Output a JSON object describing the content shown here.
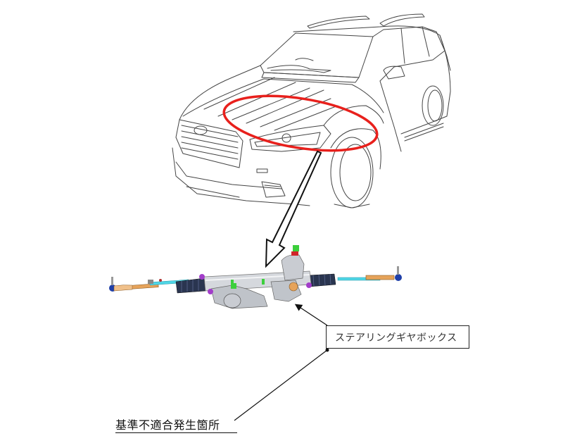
{
  "diagram": {
    "callout": {
      "label": "ステアリングギヤボックス"
    },
    "location_label": "基準不適合発生箇所",
    "highlight": {
      "shape": "ellipse",
      "color": "#e8201c",
      "target": "front-left hood / headlamp area of vehicle"
    },
    "components": {
      "vehicle": "SUV line drawing (front 3/4 view)",
      "part": "steering gearbox assembly (rack with tie rods)"
    },
    "colors": {
      "line": "#333333",
      "highlight": "#e8201c",
      "tie_rod_shaft": "#4fd6e6",
      "tie_rod_end": "#e6a35a",
      "ball_joint": "#1f3fa8",
      "boot": "#2a3550",
      "bracket": "#a23dc9",
      "clamp": "#3ccf3c",
      "housing": "#c9ccd2"
    }
  }
}
